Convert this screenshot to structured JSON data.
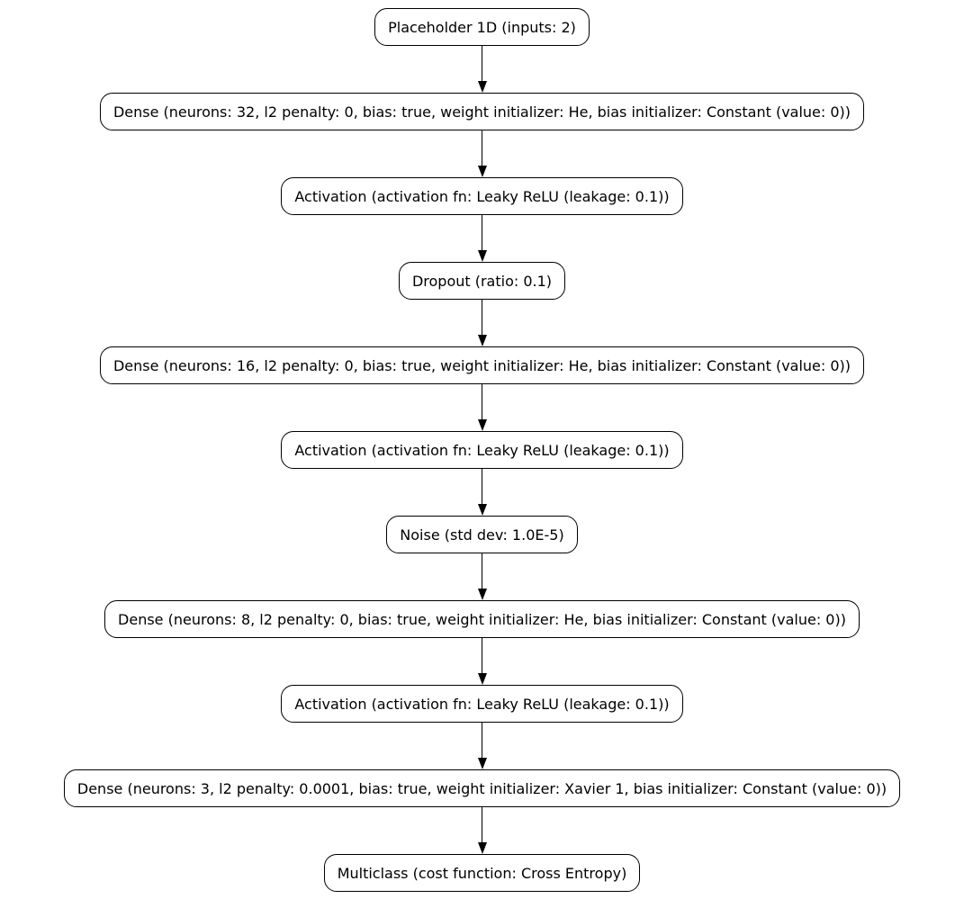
{
  "diagram": {
    "type": "neural-network-flowchart",
    "orientation": "top-to-bottom",
    "colors": {
      "background": "#ffffff",
      "node_fill": "#ffffff",
      "node_border": "#000000",
      "text": "#000000",
      "arrow": "#000000"
    },
    "nodes": [
      {
        "id": "placeholder-1d",
        "label": "Placeholder 1D (inputs: 2)"
      },
      {
        "id": "dense-32",
        "label": "Dense (neurons: 32, l2 penalty: 0, bias: true, weight initializer: He, bias initializer: Constant (value: 0))"
      },
      {
        "id": "activation-1",
        "label": "Activation (activation fn: Leaky ReLU (leakage: 0.1))"
      },
      {
        "id": "dropout",
        "label": "Dropout (ratio: 0.1)"
      },
      {
        "id": "dense-16",
        "label": "Dense (neurons: 16, l2 penalty: 0, bias: true, weight initializer: He, bias initializer: Constant (value: 0))"
      },
      {
        "id": "activation-2",
        "label": "Activation (activation fn: Leaky ReLU (leakage: 0.1))"
      },
      {
        "id": "noise",
        "label": "Noise (std dev: 1.0E-5)"
      },
      {
        "id": "dense-8",
        "label": "Dense (neurons: 8, l2 penalty: 0, bias: true, weight initializer: He, bias initializer: Constant (value: 0))"
      },
      {
        "id": "activation-3",
        "label": "Activation (activation fn: Leaky ReLU (leakage: 0.1))"
      },
      {
        "id": "dense-3",
        "label": "Dense (neurons: 3, l2 penalty: 0.0001, bias: true, weight initializer: Xavier 1, bias initializer: Constant (value: 0))"
      },
      {
        "id": "multiclass",
        "label": "Multiclass (cost function: Cross Entropy)"
      }
    ],
    "edges": [
      {
        "from": "placeholder-1d",
        "to": "dense-32"
      },
      {
        "from": "dense-32",
        "to": "activation-1"
      },
      {
        "from": "activation-1",
        "to": "dropout"
      },
      {
        "from": "dropout",
        "to": "dense-16"
      },
      {
        "from": "dense-16",
        "to": "activation-2"
      },
      {
        "from": "activation-2",
        "to": "noise"
      },
      {
        "from": "noise",
        "to": "dense-8"
      },
      {
        "from": "dense-8",
        "to": "activation-3"
      },
      {
        "from": "activation-3",
        "to": "dense-3"
      },
      {
        "from": "dense-3",
        "to": "multiclass"
      }
    ]
  }
}
